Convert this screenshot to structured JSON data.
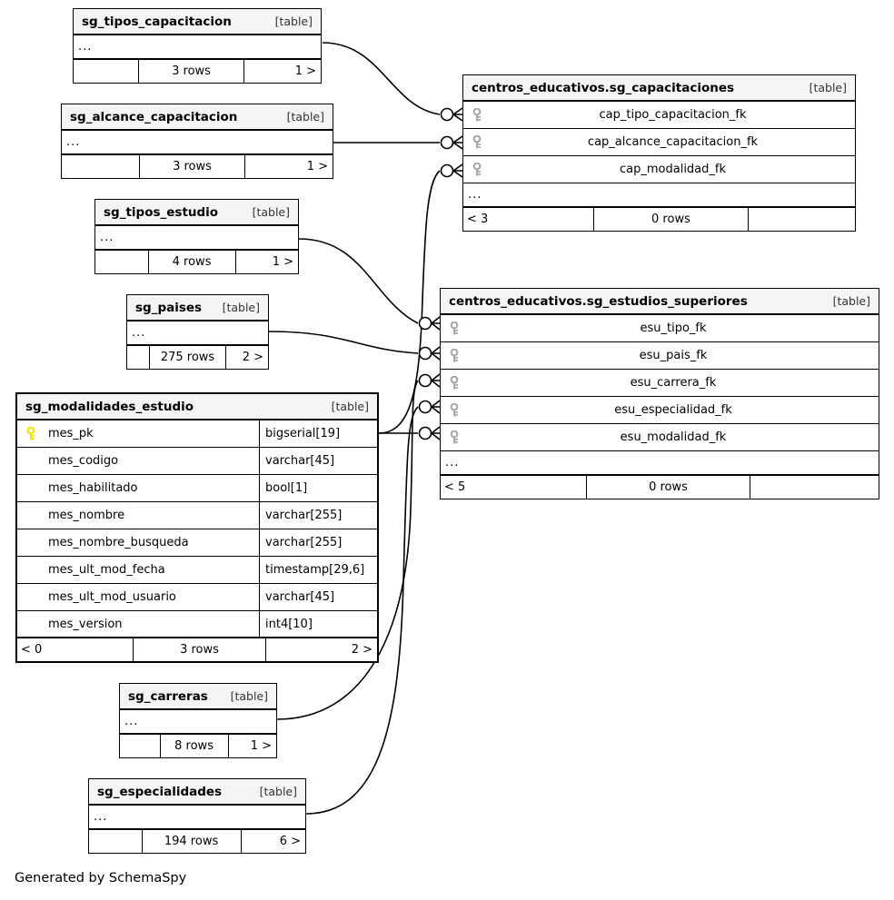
{
  "diagram": {
    "title": "SchemaSpy relationships diagram",
    "footer": "Generated by SchemaSpy",
    "table_tag": "[table]",
    "ellipsis": "...",
    "key_colors": {
      "primary": "#E8E800",
      "foreign": "#AAAAAA"
    },
    "line_color": "#000000",
    "header_bg": "#F4F4F4"
  },
  "tables": [
    {
      "id": "sg_tipos_capacitacion",
      "name": "sg_tipos_capacitacion",
      "tag": "[table]",
      "columns": [],
      "ellipsis": "...",
      "footer": {
        "left": "",
        "center": "3 rows",
        "right": "1 >"
      }
    },
    {
      "id": "sg_alcance_capacitacion",
      "name": "sg_alcance_capacitacion",
      "tag": "[table]",
      "columns": [],
      "ellipsis": "...",
      "footer": {
        "left": "",
        "center": "3 rows",
        "right": "1 >"
      }
    },
    {
      "id": "sg_tipos_estudio",
      "name": "sg_tipos_estudio",
      "tag": "[table]",
      "columns": [],
      "ellipsis": "...",
      "footer": {
        "left": "",
        "center": "4 rows",
        "right": "1 >"
      }
    },
    {
      "id": "sg_paises",
      "name": "sg_paises",
      "tag": "[table]",
      "columns": [],
      "ellipsis": "...",
      "footer": {
        "left": "",
        "center": "275 rows",
        "right": "2 >"
      }
    },
    {
      "id": "sg_modalidades_estudio",
      "name": "sg_modalidades_estudio",
      "tag": "[table]",
      "columns": [
        {
          "key": "primary",
          "name": "mes_pk",
          "type": "bigserial[19]"
        },
        {
          "key": "none",
          "name": "mes_codigo",
          "type": "varchar[45]"
        },
        {
          "key": "none",
          "name": "mes_habilitado",
          "type": "bool[1]"
        },
        {
          "key": "none",
          "name": "mes_nombre",
          "type": "varchar[255]"
        },
        {
          "key": "none",
          "name": "mes_nombre_busqueda",
          "type": "varchar[255]"
        },
        {
          "key": "none",
          "name": "mes_ult_mod_fecha",
          "type": "timestamp[29,6]"
        },
        {
          "key": "none",
          "name": "mes_ult_mod_usuario",
          "type": "varchar[45]"
        },
        {
          "key": "none",
          "name": "mes_version",
          "type": "int4[10]"
        }
      ],
      "footer": {
        "left": "< 0",
        "center": "3 rows",
        "right": "2 >"
      }
    },
    {
      "id": "sg_carreras",
      "name": "sg_carreras",
      "tag": "[table]",
      "columns": [],
      "ellipsis": "...",
      "footer": {
        "left": "",
        "center": "8 rows",
        "right": "1 >"
      }
    },
    {
      "id": "sg_especialidades",
      "name": "sg_especialidades",
      "tag": "[table]",
      "columns": [],
      "ellipsis": "...",
      "footer": {
        "left": "",
        "center": "194 rows",
        "right": "6 >"
      }
    },
    {
      "id": "sg_capacitaciones",
      "name": "centros_educativos.sg_capacitaciones",
      "tag": "[table]",
      "columns": [
        {
          "key": "foreign",
          "name": "cap_tipo_capacitacion_fk",
          "type": ""
        },
        {
          "key": "foreign",
          "name": "cap_alcance_capacitacion_fk",
          "type": ""
        },
        {
          "key": "foreign",
          "name": "cap_modalidad_fk",
          "type": ""
        }
      ],
      "ellipsis": "...",
      "footer": {
        "left": "< 3",
        "center": "0 rows",
        "right": ""
      }
    },
    {
      "id": "sg_estudios_superiores",
      "name": "centros_educativos.sg_estudios_superiores",
      "tag": "[table]",
      "columns": [
        {
          "key": "foreign",
          "name": "esu_tipo_fk",
          "type": ""
        },
        {
          "key": "foreign",
          "name": "esu_pais_fk",
          "type": ""
        },
        {
          "key": "foreign",
          "name": "esu_carrera_fk",
          "type": ""
        },
        {
          "key": "foreign",
          "name": "esu_especialidad_fk",
          "type": ""
        },
        {
          "key": "foreign",
          "name": "esu_modalidad_fk",
          "type": ""
        }
      ],
      "ellipsis": "...",
      "footer": {
        "left": "< 5",
        "center": "0 rows",
        "right": ""
      }
    }
  ],
  "relationships": [
    {
      "from": "sg_tipos_capacitacion",
      "to": "sg_capacitaciones.cap_tipo_capacitacion_fk"
    },
    {
      "from": "sg_alcance_capacitacion",
      "to": "sg_capacitaciones.cap_alcance_capacitacion_fk"
    },
    {
      "from": "sg_modalidades_estudio",
      "to": "sg_capacitaciones.cap_modalidad_fk"
    },
    {
      "from": "sg_tipos_estudio",
      "to": "sg_estudios_superiores.esu_tipo_fk"
    },
    {
      "from": "sg_paises",
      "to": "sg_estudios_superiores.esu_pais_fk"
    },
    {
      "from": "sg_carreras",
      "to": "sg_estudios_superiores.esu_carrera_fk"
    },
    {
      "from": "sg_especialidades",
      "to": "sg_estudios_superiores.esu_especialidad_fk"
    },
    {
      "from": "sg_modalidades_estudio",
      "to": "sg_estudios_superiores.esu_modalidad_fk"
    }
  ]
}
